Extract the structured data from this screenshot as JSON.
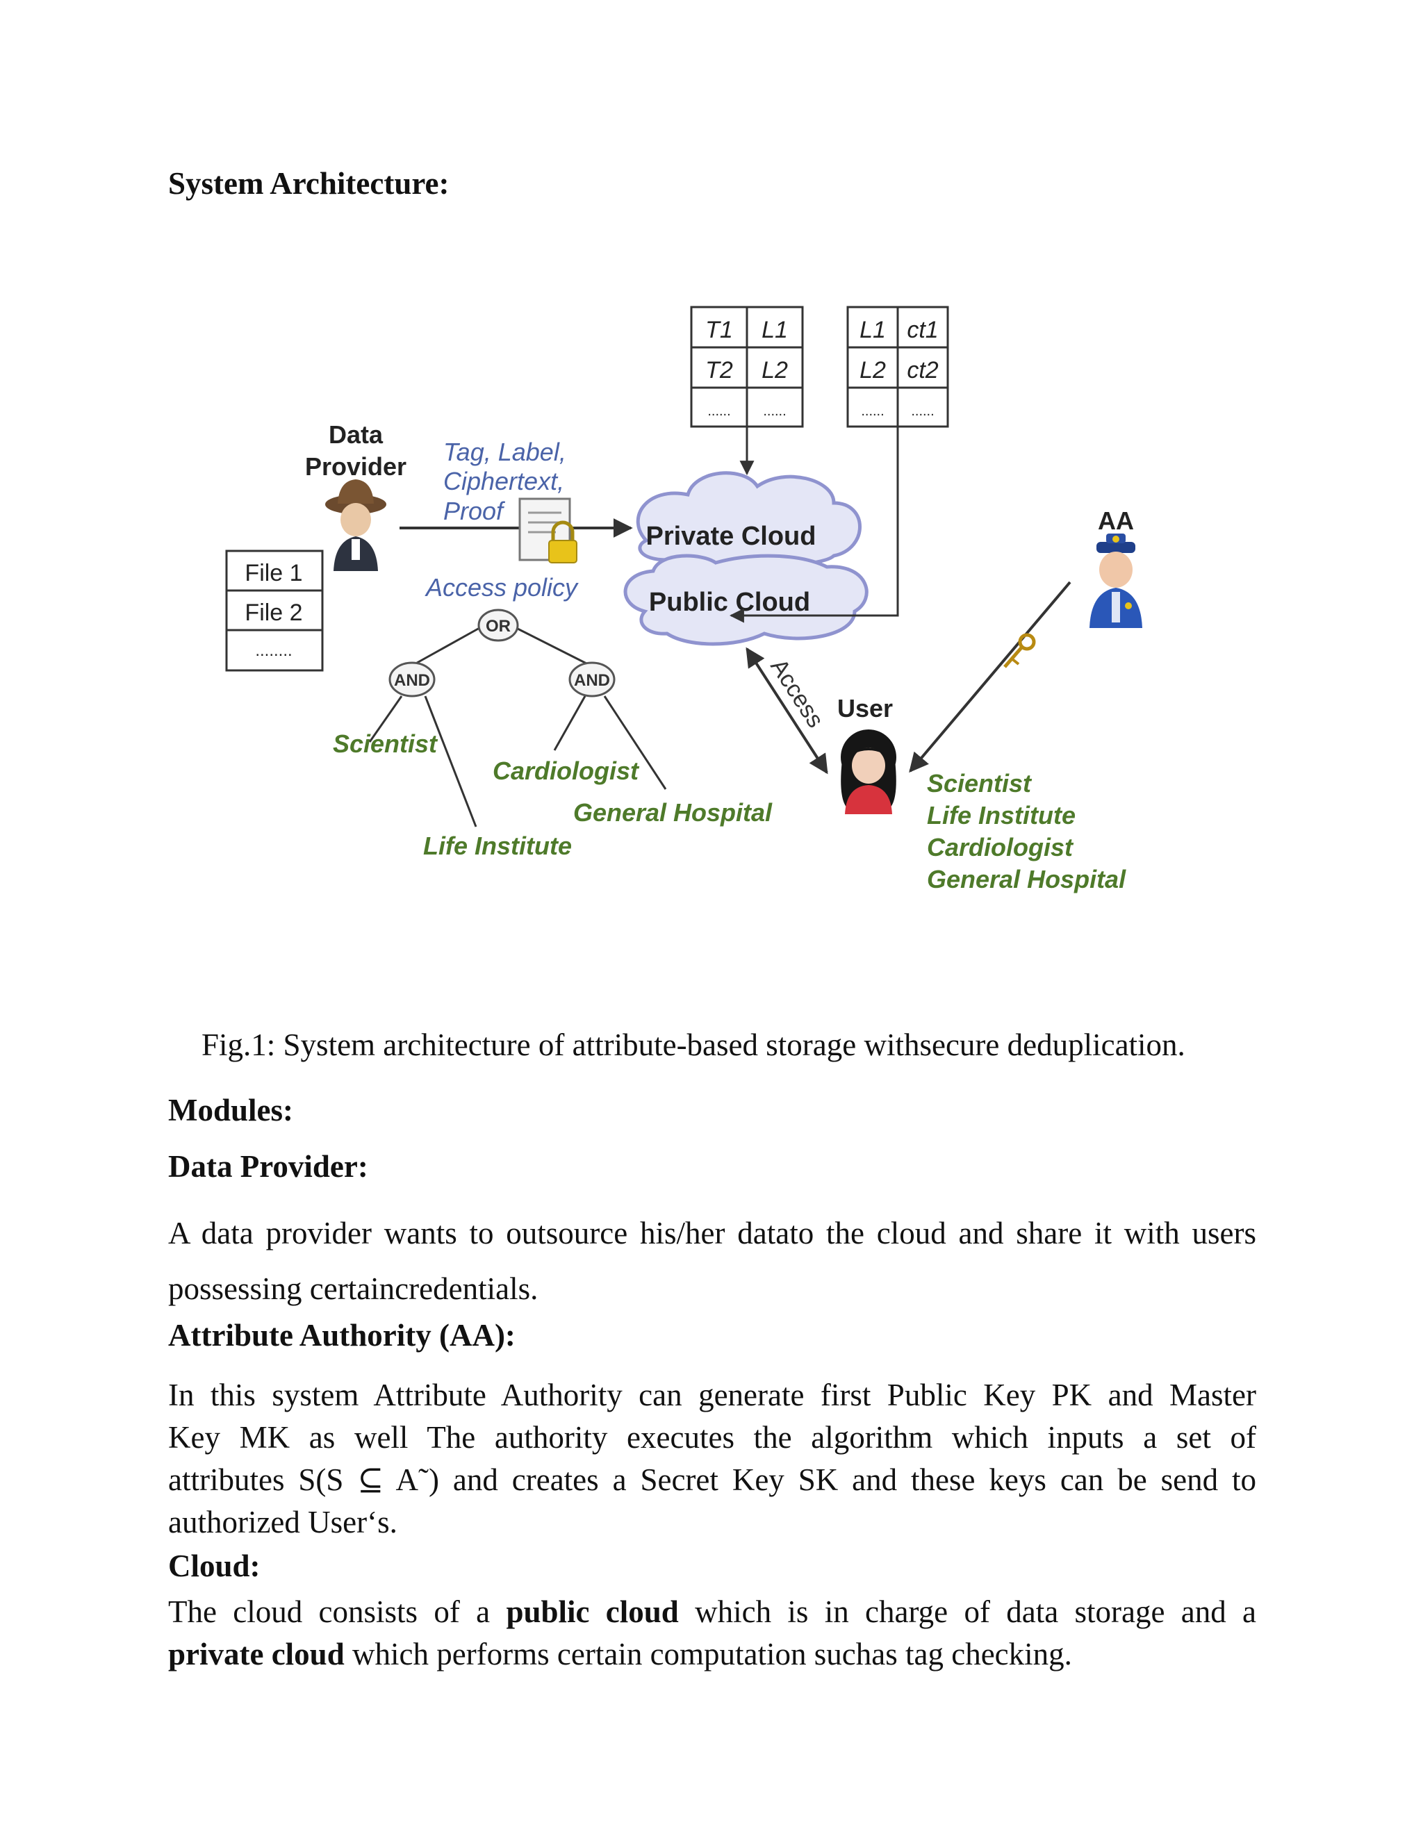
{
  "headings": {
    "system_architecture": "System Architecture:",
    "modules": "Modules:",
    "data_provider": "Data Provider:",
    "attribute_authority": "Attribute Authority (AA):",
    "cloud": "Cloud:"
  },
  "figure": {
    "caption": "Fig.1: System architecture of attribute-based storage withsecure deduplication.",
    "data_provider_label_line1": "Data",
    "data_provider_label_line2": "Provider",
    "files": [
      "File 1",
      "File 2",
      "........"
    ],
    "arrow_label_lines": [
      "Tag, Label,",
      "Ciphertext,",
      "Proof"
    ],
    "access_policy_label": "Access policy",
    "or_node": "OR",
    "and_node_left": "AND",
    "and_node_right": "AND",
    "policy_leaves": {
      "scientist": "Scientist",
      "life_institute": "Life Institute",
      "cardiologist": "Cardiologist",
      "general_hospital": "General Hospital"
    },
    "private_cloud": "Private Cloud",
    "public_cloud": "Public Cloud",
    "table_tag_label": {
      "rows": [
        [
          "T1",
          "L1"
        ],
        [
          "T2",
          "L2"
        ],
        [
          "......",
          "......"
        ]
      ]
    },
    "table_label_ct": {
      "rows": [
        [
          "L1",
          "ct1"
        ],
        [
          "L2",
          "ct2"
        ],
        [
          "......",
          "......"
        ]
      ]
    },
    "access_label": "Access",
    "user_label": "User",
    "aa_label": "AA",
    "user_attributes": [
      "Scientist",
      "Life Institute",
      "Cardiologist",
      "General Hospital"
    ]
  },
  "paragraphs": {
    "data_provider": [
      "A data provider wants to outsource his/her datato the cloud and share it with users",
      "possessing certaincredentials."
    ],
    "attribute_authority": [
      "In this system Attribute Authority can  generate first Public Key PK and Master",
      "Key MK as well The authority executes the algorithm which inputs a set of",
      "attributes S(S ⊆ A˜) and creates a Secret Key SK and these keys can be send to",
      "authorized User‘s."
    ],
    "cloud": {
      "line1_a": "The cloud consists of a ",
      "line1_bold": "public cloud",
      "line1_b": " which is in charge of data storage and a",
      "line2_bold": "private cloud",
      "line2_a": " which performs certain computation suchas tag checking."
    }
  },
  "colors": {
    "label_blue": "#4a63a8",
    "attribute_green": "#4e7a2a",
    "cloud_fill": "#e4e6f6",
    "cloud_stroke": "#8f93cf",
    "line": "#333333"
  }
}
